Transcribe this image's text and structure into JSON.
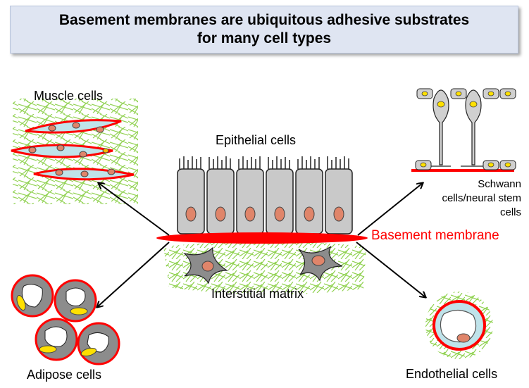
{
  "title": {
    "line1": "Basement membranes are ubiquitous adhesive substrates",
    "line2": "for many cell types"
  },
  "labels": {
    "muscle": "Muscle cells",
    "epithelial": "Epithelial cells",
    "basement_membrane": "Basement membrane",
    "interstitial": "Interstitial matrix",
    "adipose": "Adipose cells",
    "endothelial": "Endothelial cells",
    "schwann": [
      "Schwann",
      "cells/neural stem",
      "cells"
    ]
  },
  "colors": {
    "membrane": "#ff0000",
    "fibers": "#8fd14f",
    "cell_fill": "#c9c9c9",
    "nucleus": "#e0856a",
    "lipid": "#ffe000",
    "muscle_fill": "#bfe3ea",
    "title_bg": "#dfe5f2"
  }
}
